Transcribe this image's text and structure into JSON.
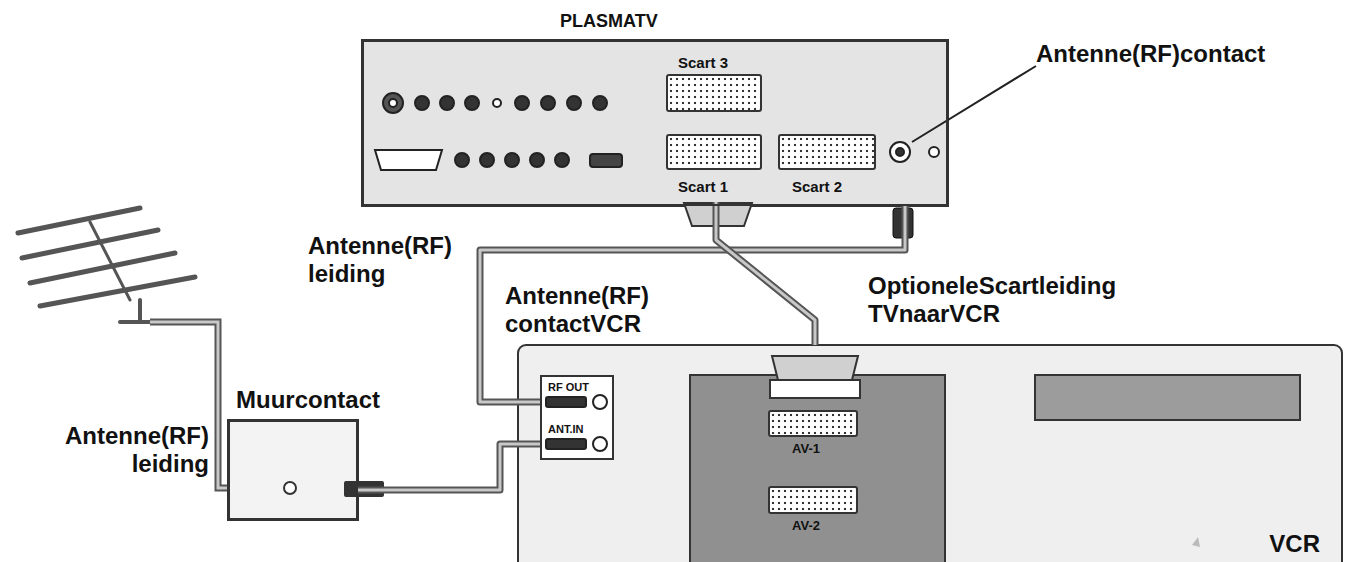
{
  "diagram": {
    "nodes": [
      {
        "text": [
          "PLASMATV"
        ]
      },
      {
        "text": [
          "VCR"
        ]
      },
      {
        "text": [
          "Muurcontact"
        ]
      },
      {
        "text": [
          "AV-1"
        ],
        "in": 1
      },
      {
        "text": [
          "AV-2"
        ],
        "in": 1
      },
      {
        "text": [
          "RF OUT",
          "ANT.IN"
        ],
        "in": 1
      },
      {
        "text": [
          "Scart 1"
        ],
        "in": 0
      },
      {
        "text": [
          "Scart 2"
        ],
        "in": 0
      },
      {
        "text": [
          "Scart 3"
        ],
        "in": 0
      }
    ],
    "edges": [
      {
        "from": 2,
        "to": 5,
        "arrow": "none"
      },
      {
        "from": 5,
        "to": 0,
        "arrow": "none"
      },
      {
        "from": 1,
        "to": 6,
        "arrow": "none"
      }
    ],
    "labels": [
      "Antenne(RF)contact",
      "Antenne(RF) leiding",
      "Antenne(RF) contactVCR",
      "OptioneleScartleiding TVnaarVCR",
      "Antenne(RF) leiding"
    ]
  }
}
